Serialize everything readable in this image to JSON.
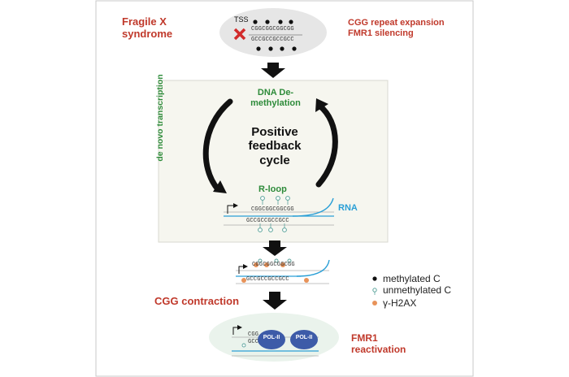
{
  "top": {
    "left_title": "Fragile X syndrome",
    "right_title": "CGG repeat expansion FMR1 silencing",
    "tss_label": "TSS",
    "seq_top": "CGGCGGCGGCGG",
    "seq_bottom": "GCCGCCGCCGCC"
  },
  "cycle": {
    "demethylation": "DNA De-methylation",
    "transcription": "de novo transcription",
    "center_title": "Positive feedback cycle",
    "rloop": "R-loop",
    "rna": "RNA",
    "seq_top": "CGGCGGCGGCGG",
    "seq_bottom": "GCCGCCGCCGCC"
  },
  "middle": {
    "seq_top": "CGGCGGCGGCGG",
    "seq_bottom": "GCCGCCGCCGCC"
  },
  "legend": {
    "methylated": "methylated C",
    "unmethylated": "unmethylated C",
    "h2ax": "γ-H2AX"
  },
  "bottom": {
    "contraction": "CGG contraction",
    "reactivation": "FMR1 reactivation",
    "seq_top": "CGG",
    "seq_bottom": "GCC",
    "pol1": "POL-II",
    "pol2": "POL-II"
  },
  "colors": {
    "red": "#c0392b",
    "green": "#2e8b3a",
    "blue": "#2a9fd6",
    "orange": "#e8935a",
    "pol": "#3d5ba8"
  }
}
